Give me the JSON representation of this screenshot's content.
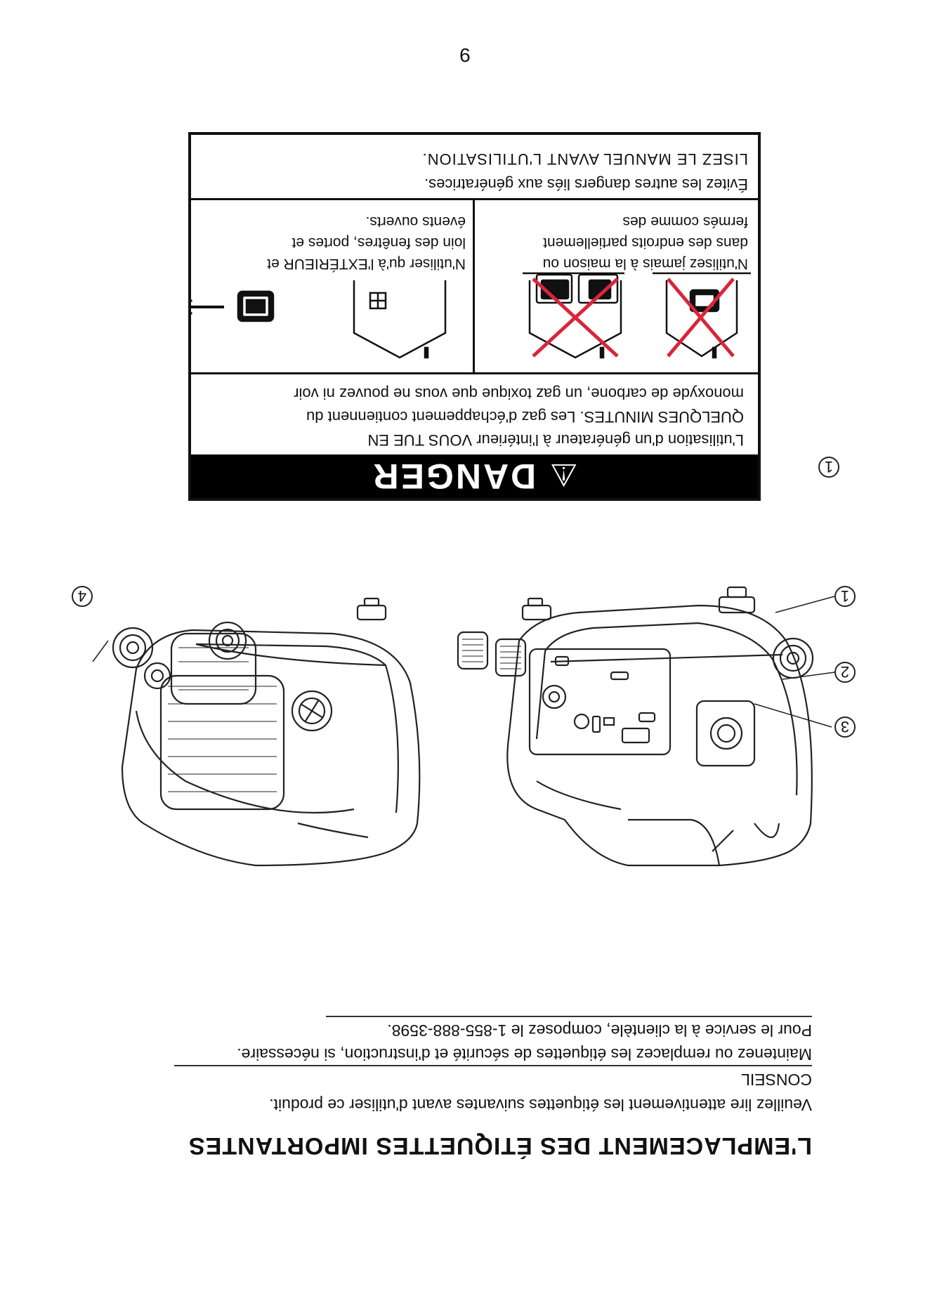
{
  "page_number": "9",
  "section": {
    "heading": "L'EMPLACEMENT DES ÉTIQUETTES IMPORTANTES",
    "intro": "Veuillez lire attentivement les étiquettes suivantes avant d'utiliser ce produit.",
    "conseil_label": "CONSEIL",
    "maintenance": "Maintenez ou remplacez les étiquettes de sécurité et d'instruction, si nécessaire.",
    "service": "Pour le service à la clientèle, composez le 1-855-888-3598."
  },
  "callouts": {
    "c1": "1",
    "c2": "2",
    "c3": "3",
    "c4": "4",
    "label_ref": "1"
  },
  "danger_label": {
    "title": "DANGER",
    "line1": "L'utilisation d'un générateur à l'intérieur VOUS TUE EN",
    "line2": "QUELQUES MINUTES. Les gaz d'échappement contiennent du",
    "line3": "monoxyde de carbone, un gaz toxique que vous ne pouvez ni voir",
    "never_home_l1": "N'utilisez jamais à la maison ou",
    "never_home_l2": "dans des endroits partiellement",
    "never_home_l3": "fermés comme des",
    "outside_l1": "N'utiliser qu'à l'EXTÉRIEUR et",
    "outside_l2": "loin des fenêtres, portes et",
    "outside_l3": "évents ouverts.",
    "avoid": "Évitez les autres dangers liés aux génératrices.",
    "read": "LISEZ LE MANUEL AVANT L'UTILISATION."
  },
  "colors": {
    "prohibition_x": "#d8263a",
    "danger_bg": "#000000"
  }
}
